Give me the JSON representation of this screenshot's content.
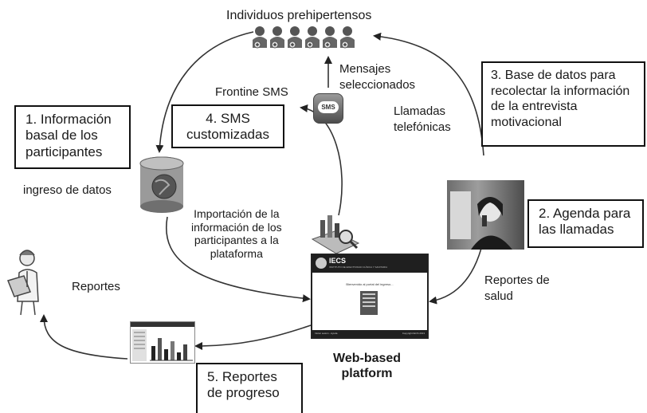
{
  "top_label": "Individuos prehipertensos",
  "boxes": {
    "b1": "1. Información\nbasal de los\nparticipantes",
    "b2": "2. Agenda para\nlas llamadas",
    "b3": "3. Base de datos para\nrecolectar la información\nde la entrevista\nmotivacional",
    "b4": "4. SMS\ncustomizadas",
    "b5": "5. Reportes\nde progreso"
  },
  "labels": {
    "frontline": "Frontine SMS",
    "mensajes": "Mensajes\nseleccionados",
    "llamadas": "Llamadas\ntelefónicas",
    "ingreso": "ingreso de datos",
    "importacion": "Importación de la\ninformación de los\nparticipantes a la\nplataforma",
    "reportes": "Reportes",
    "reportes_salud": "Reportes de\nsalud",
    "web_based": "Web-based\nplatform"
  },
  "sms_icon_text": "SMS",
  "platform": {
    "logo": "IECS",
    "subtitle": "INSTITUTO DE EFECTIVIDAD CLÍNICA Y SANITARIA",
    "welcome": "Bienvenido al portal del ingreso...",
    "footer_left": "Iniciar sesión - Ayuda",
    "footer_right": "Copyright IECS 2013"
  }
}
